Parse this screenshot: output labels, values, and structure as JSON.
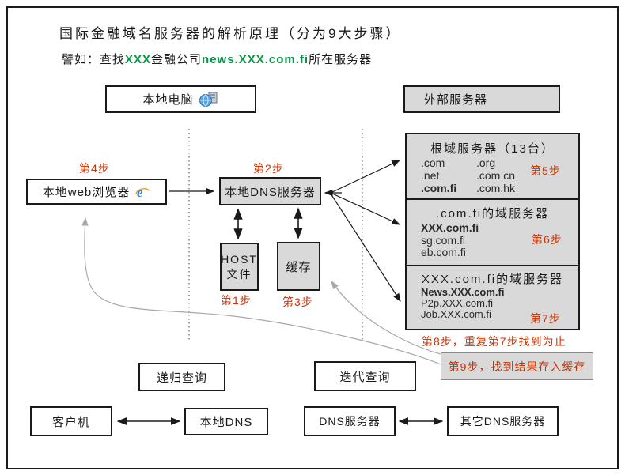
{
  "title": "国际金融域名服务器的解析原理（分为9大步骤）",
  "subtitle": {
    "prefix": "譬如：查找",
    "company": "XXX",
    "mid": "金融公司",
    "domain": "news.XXX.com.fi",
    "suffix": "所在服务器"
  },
  "top": {
    "local_computer": "本地电脑",
    "external_servers": "外部服务器"
  },
  "nodes": {
    "browser": "本地web浏览器",
    "local_dns": "本地DNS服务器",
    "host_line1": "HOST",
    "host_line2": "文件",
    "cache": "缓存"
  },
  "steps": {
    "s1": "第1步",
    "s2": "第2步",
    "s3": "第3步",
    "s4": "第4步",
    "s5": "第5步",
    "s6": "第6步",
    "s7": "第7步",
    "s8": "第8步，重复第7步找到为止",
    "s9": "第9步，找到结果存入缓存"
  },
  "root_box": {
    "title": "根域服务器（13台）",
    "col1": [
      ".com",
      ".net",
      ".com.fi"
    ],
    "col2": [
      ".org",
      ".com.cn",
      ".com.hk"
    ]
  },
  "comfi_box": {
    "title": ".com.fi的域服务器",
    "items": [
      "XXX.com.fi",
      "sg.com.fi",
      "eb.com.fi"
    ]
  },
  "xxx_box": {
    "title": "XXX.com.fi的域服务器",
    "items": [
      "News.XXX.com.fi",
      "P2p.XXX.com.fi",
      "Job.XXX.com.fi"
    ]
  },
  "bottom": {
    "recursive": "递归查询",
    "iterative": "迭代查询",
    "client": "客户机",
    "local_dns": "本地DNS",
    "dns_server": "DNS服务器",
    "other_dns": "其它DNS服务器"
  },
  "icons": {
    "computer": "computer-network-icon",
    "browser": "ie-browser-icon"
  },
  "colors": {
    "step_red": "#cc3300",
    "highlight_green": "#009944",
    "box_gray": "#d9d9d9",
    "line_gray": "#a8a8a8",
    "border_black": "#1a1a1a"
  }
}
